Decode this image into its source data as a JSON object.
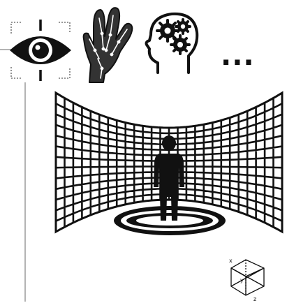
{
  "figure": {
    "icons": [
      "eye-tracking-icon",
      "hand-tracking-icon",
      "brain-gears-icon"
    ],
    "more_indicator": "...",
    "axes_gizmo": {
      "x_label": "x",
      "y_label": "y",
      "z_label": "z"
    },
    "colors": {
      "stroke": "#111111",
      "background": "#ffffff",
      "guide": "#9a9a9a"
    }
  }
}
